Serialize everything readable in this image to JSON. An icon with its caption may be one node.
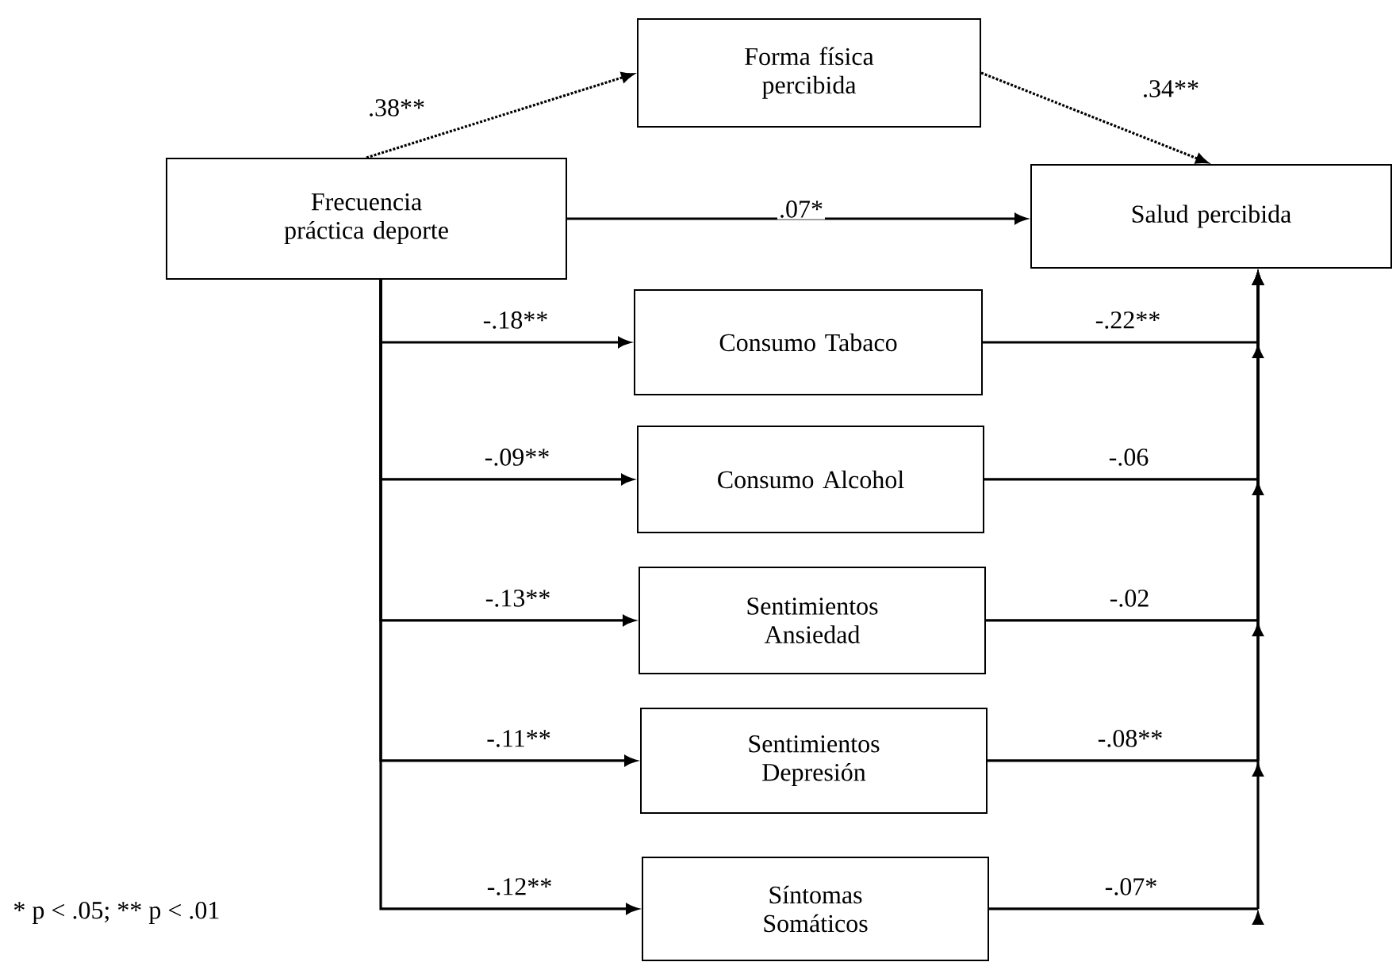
{
  "diagram": {
    "nodes": [
      {
        "text": [
          "Forma física percibida"
        ]
      },
      {
        "text": [
          "Frecuencia práctica deporte"
        ]
      },
      {
        "text": [
          "Salud percibida"
        ]
      },
      {
        "text": [
          "Consumo Tabaco"
        ]
      },
      {
        "text": [
          "Consumo Alcohol"
        ]
      },
      {
        "text": [
          "Sentimientos Ansiedad"
        ]
      },
      {
        "text": [
          "Sentimientos Depresión"
        ]
      },
      {
        "text": [
          "Síntomas Somáticos"
        ]
      }
    ],
    "edges": [
      {
        "from": 1,
        "to": 0,
        "arrow": "to",
        "label": ".38**",
        "style": "dashed"
      },
      {
        "from": 0,
        "to": 2,
        "arrow": "to",
        "label": ".34**",
        "style": "dashed"
      },
      {
        "from": 1,
        "to": 2,
        "arrow": "to",
        "label": ".07*"
      },
      {
        "from": 1,
        "to": 3,
        "arrow": "to",
        "label": "-.18**"
      },
      {
        "from": 1,
        "to": 4,
        "arrow": "to",
        "label": "-.09**"
      },
      {
        "from": 1,
        "to": 5,
        "arrow": "to",
        "label": "-.13**"
      },
      {
        "from": 1,
        "to": 6,
        "arrow": "to",
        "label": "-.11**"
      },
      {
        "from": 1,
        "to": 7,
        "arrow": "to",
        "label": "-.12**"
      },
      {
        "from": 3,
        "to": 2,
        "arrow": "to",
        "label": "-.22**"
      },
      {
        "from": 4,
        "to": 2,
        "arrow": "to",
        "label": "-.06"
      },
      {
        "from": 5,
        "to": 2,
        "arrow": "to",
        "label": "-.02"
      },
      {
        "from": 6,
        "to": 2,
        "arrow": "to",
        "label": "-.08**"
      },
      {
        "from": 7,
        "to": 2,
        "arrow": "to",
        "label": "-.07*"
      }
    ],
    "labels": [
      "* p < .05; ** p < .01"
    ]
  }
}
